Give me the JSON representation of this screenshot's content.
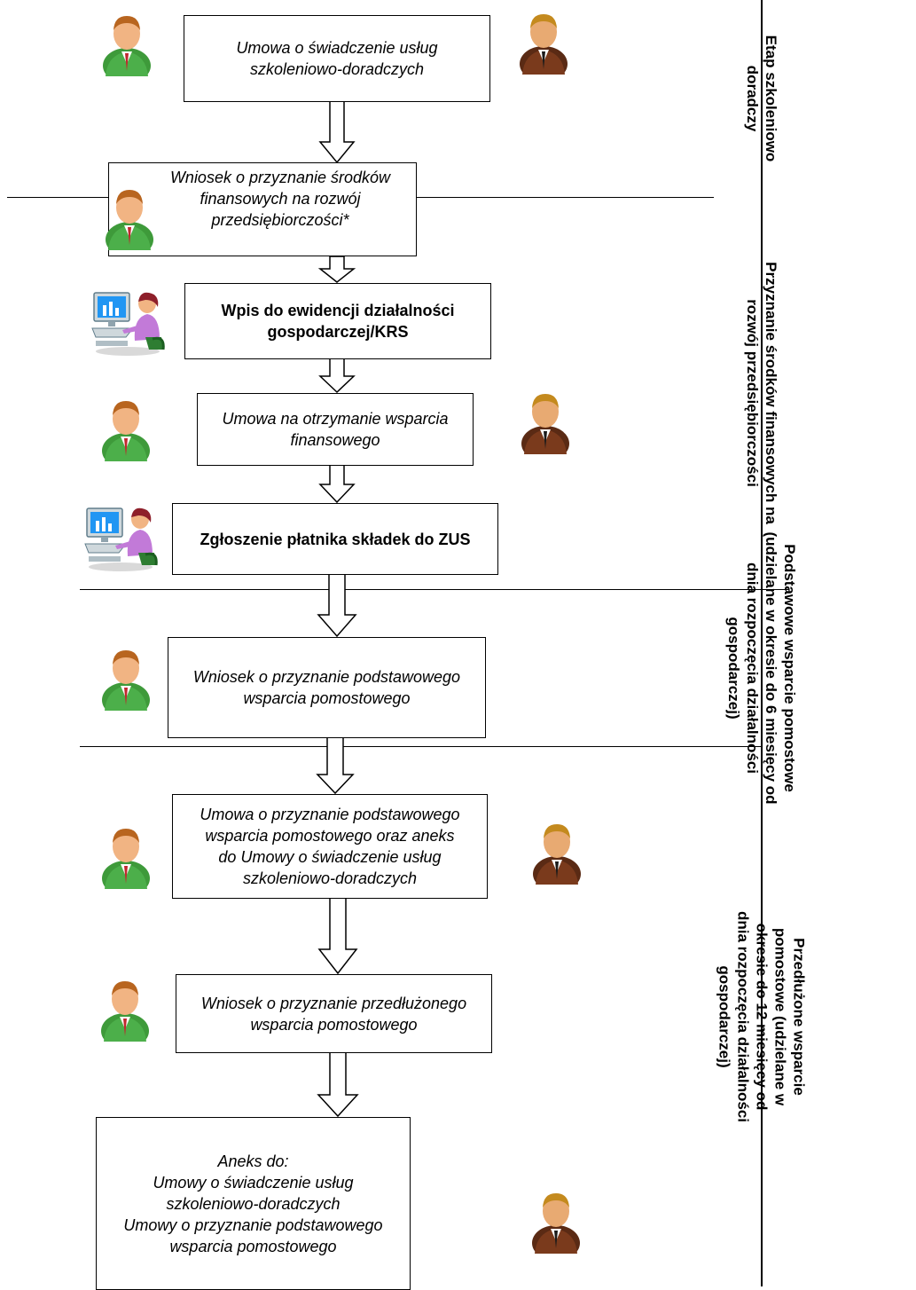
{
  "steps": [
    {
      "text": "Umowa o świadczenie usług\nszkoleniowo-doradczych"
    },
    {
      "text": "Wniosek o przyznanie środków\nfinansowych na rozwój\nprzedsiębiorczości*"
    },
    {
      "text": "Wpis do ewidencji działalności\ngospodarczej/KRS"
    },
    {
      "text": "Umowa na otrzymanie wsparcia\nfinansowego"
    },
    {
      "text": "Zgłoszenie płatnika składek do ZUS"
    },
    {
      "text": "Wniosek o przyznanie podstawowego\nwsparcia pomostowego"
    },
    {
      "text": "Umowa o przyznanie podstawowego\nwsparcia pomostowego oraz aneks\ndo Umowy o świadczenie usług\nszkoleniowo-doradczych"
    },
    {
      "text": "Wniosek o przyznanie przedłużonego\nwsparcia pomostowego"
    },
    {
      "text": "Aneks do:\nUmowy o świadczenie usług\nszkoleniowo-doradczych\nUmowy o przyznanie podstawowego\nwsparcia pomostowego"
    }
  ],
  "stages": [
    {
      "label": "Etap szkoleniowo\ndoradczy",
      "color": "#92d050"
    },
    {
      "label": "Przyznanie środków finansowych na\nrozwój przedsiębiorczości",
      "color": "#ffff00"
    },
    {
      "label": "Podstawowe wsparcie pomostowe\n(udzielane w okresie do 6 miesięcy od\ndnia rozpoczęcia działalności\ngospodarczej)",
      "color": "#0070c0"
    },
    {
      "label": "Przedłużone wsparcie\npomostowe (udzielane w\nokresie do 12 miesięcy od\ndnia rozpoczęcia działalności\ngospodarczej)",
      "color": "#dbe5f1"
    }
  ],
  "icons": {
    "participant": "person-green-icon",
    "institution": "person-brown-icon",
    "office": "office-worker-computer-icon"
  }
}
